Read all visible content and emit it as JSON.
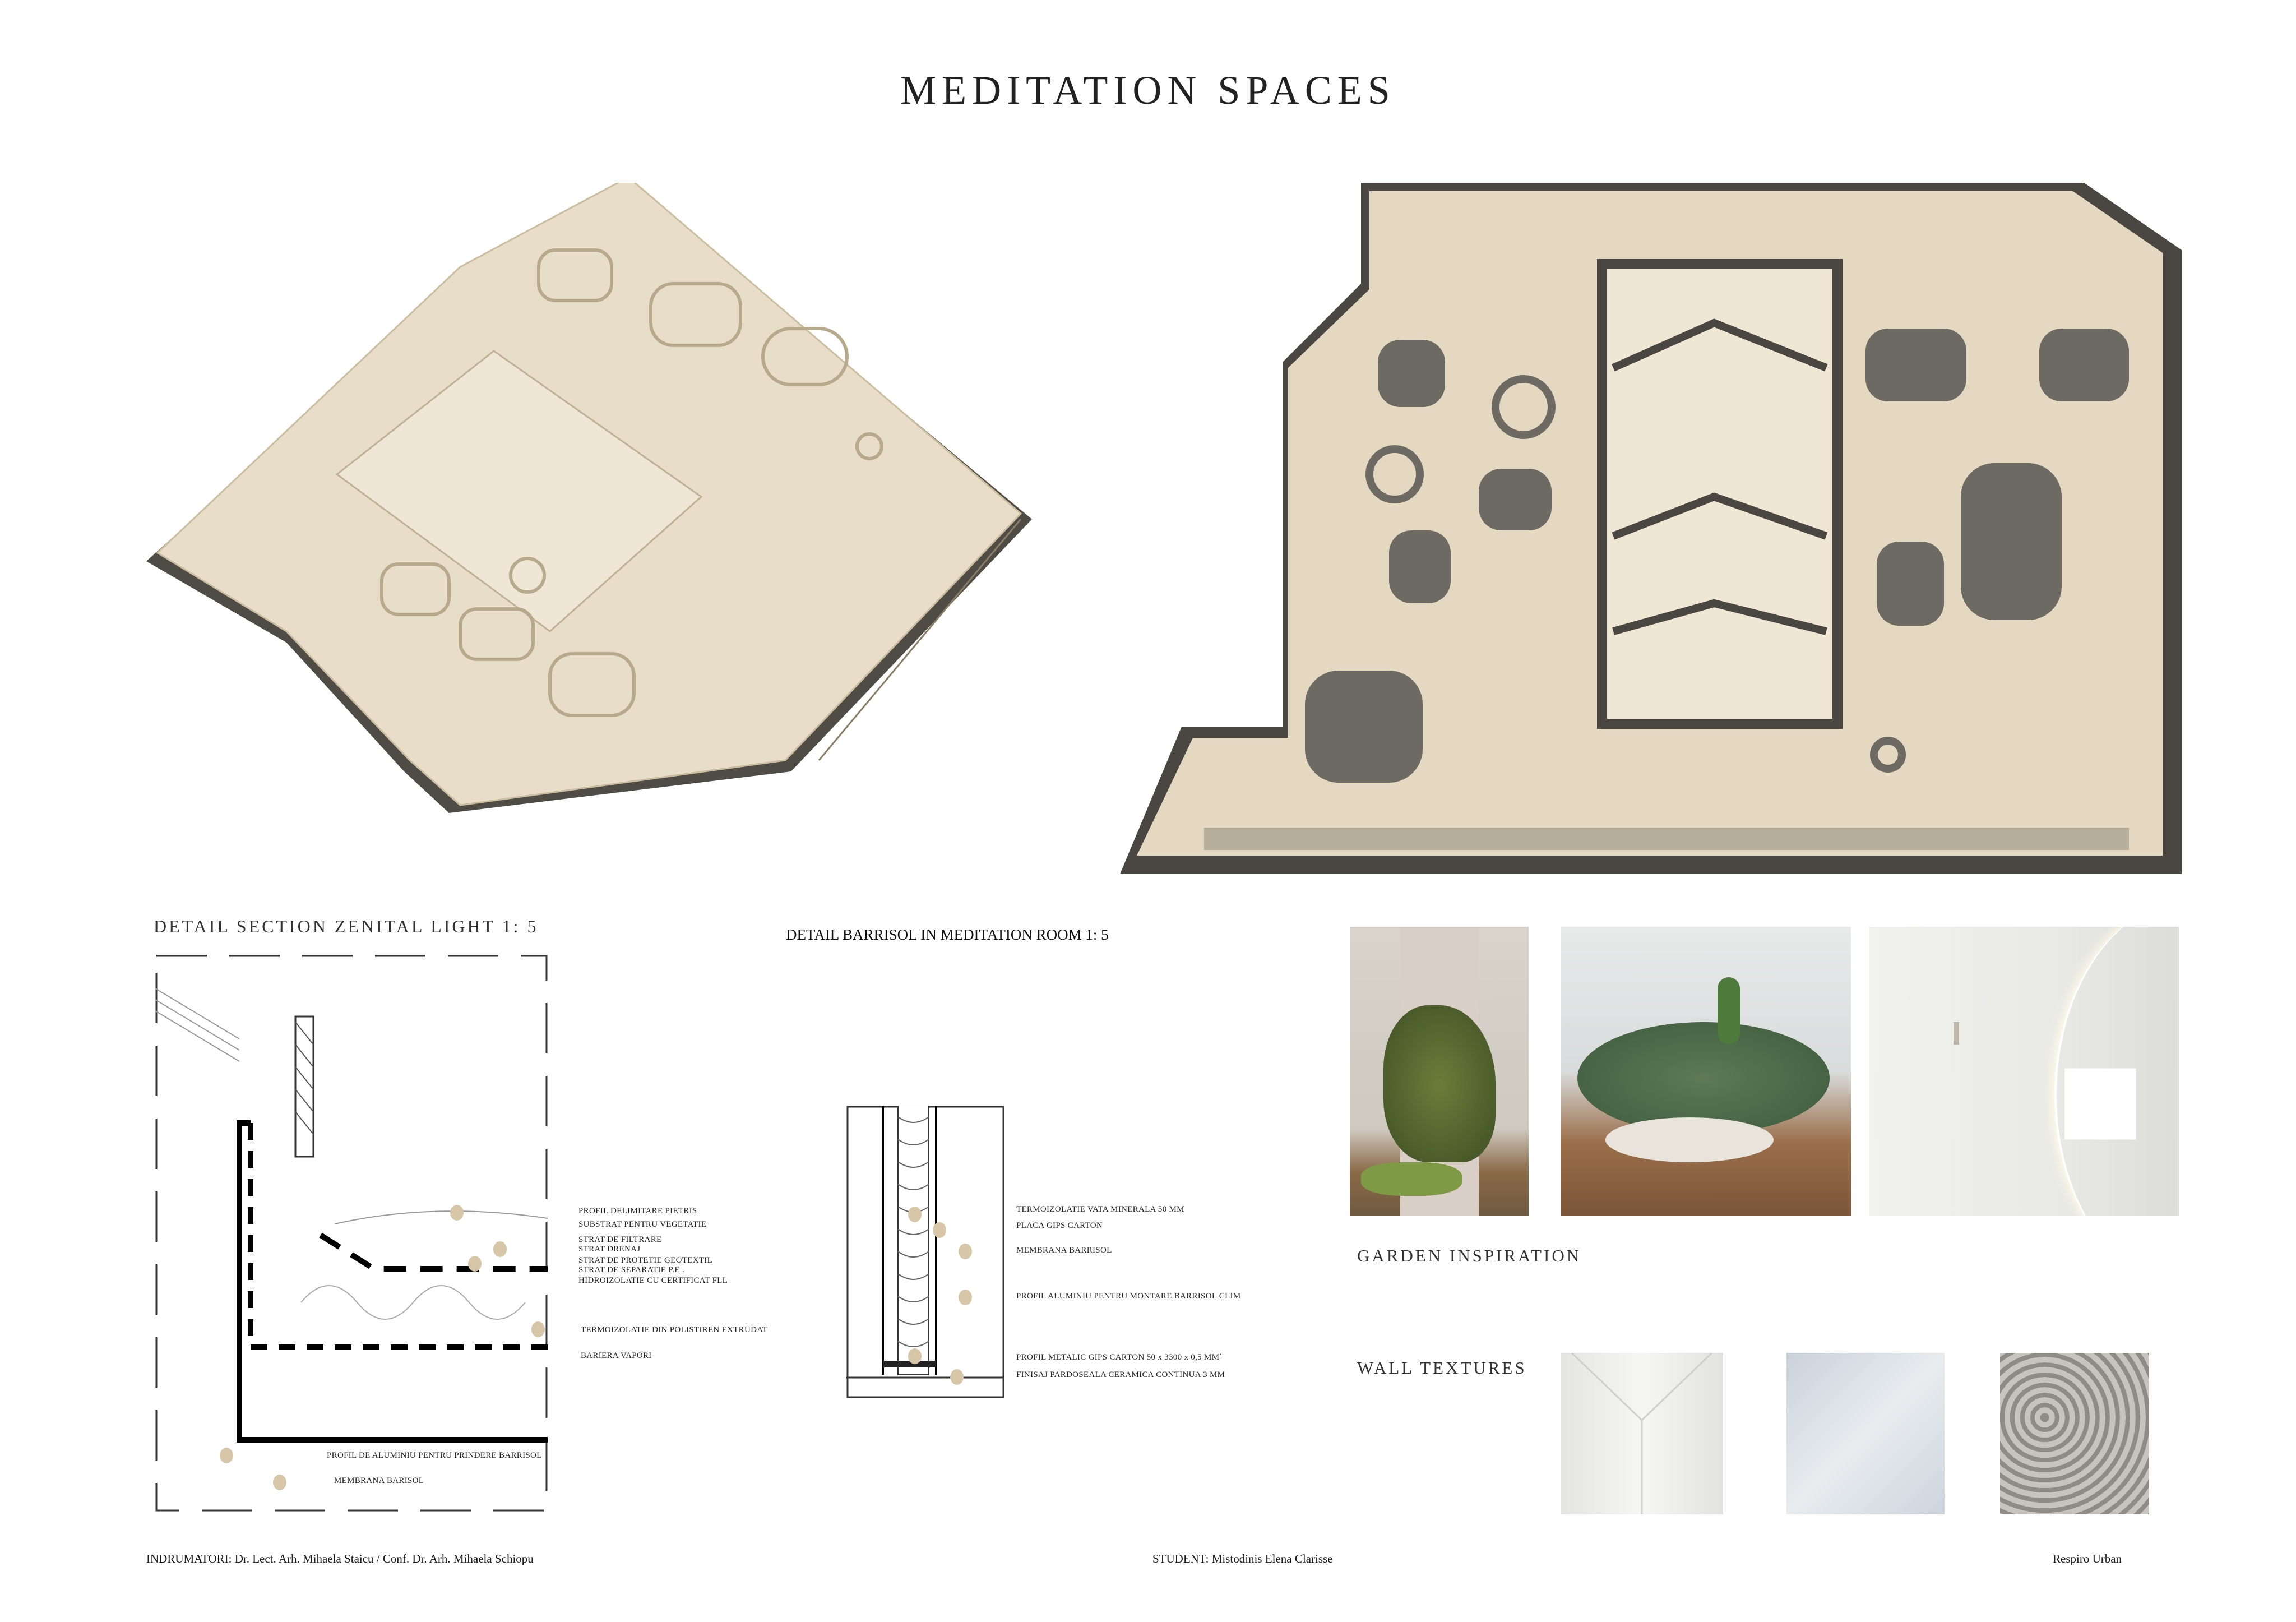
{
  "title": "MEDITATION SPACES",
  "sections": {
    "zenital": "DETAIL SECTION  ZENITAL  LIGHT  1: 5",
    "barrisol": "DETAIL BARRISOL  IN MEDITATION ROOM 1: 5",
    "garden": "GARDEN  INSPIRATION",
    "wall": "WALL  TEXTURES"
  },
  "zenital_labels": [
    "PROFIL DELIMITARE  PIETRIS",
    "SUBSTRAT  PENTRU VEGETATIE",
    "STRAT DE FILTRARE",
    "STRAT DRENAJ",
    "STRAT DE PROTETIE GEOTEXTIL",
    "STRAT  DE SEPARATIE   P.E .",
    "HIDROIZOLATIE CU CERTIFICAT  FLL",
    "TERMOIZOLATIE DIN POLISTIREN EXTRUDAT",
    "BARIERA VAPORI",
    "PROFIL DE ALUMINIU PENTRU PRINDERE  BARRISOL",
    "MEMBRANA BARISOL"
  ],
  "barrisol_labels": [
    "TERMOIZOLATIE  VATA MINERALA 50 MM",
    "PLACA GIPS CARTON",
    "MEMBRANA BARRISOL",
    "PROFIL ALUMINIU PENTRU MONTARE BARRISOL CLIM",
    "PROFIL METALIC GIPS CARTON 50 x 3300 x 0,5 MM`",
    "FINISAJ  PARDOSEALA CERAMICA CONTINUA  3 MM"
  ],
  "footer": {
    "advisors": "INDRUMATORI:  Dr. Lect. Arh. Mihaela Staicu / Conf. Dr. Arh. Mihaela Schiopu",
    "student": "STUDENT: Mistodinis Elena Clarisse",
    "project": "Respiro Urban"
  },
  "colors": {
    "model": "#e6dac4",
    "model_shadow": "#5a5650",
    "accent_dot": "#d8c6a8"
  }
}
